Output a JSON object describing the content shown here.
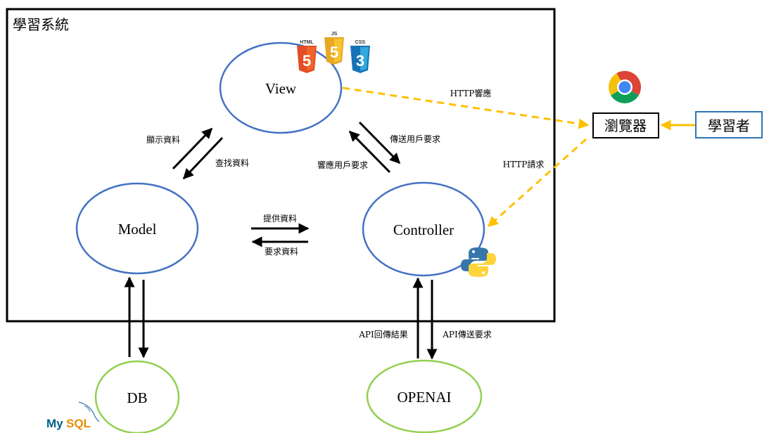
{
  "system": {
    "title": "學習系統"
  },
  "nodes": {
    "view": "View",
    "model": "Model",
    "controller": "Controller",
    "db": "DB",
    "openai": "OPENAI",
    "browser": "瀏覽器",
    "learner": "學習者"
  },
  "edges": {
    "display_data": "顯示資料",
    "query_data": "查找資料",
    "send_user_request": "傳送用戶要求",
    "respond_user_request": "響應用戶要求",
    "provide_data": "提供資料",
    "request_data": "要求資料",
    "http_response": "HTTP響應",
    "http_request": "HTTP請求",
    "api_return": "API回傳結果",
    "api_send": "API傳送要求"
  },
  "logos": {
    "html": "HTML",
    "js": "JS",
    "css": "CSS",
    "html_num": "5",
    "js_num": "5",
    "css_num": "3",
    "mysql_my": "My",
    "mysql_sql": "SQL"
  },
  "icons": [
    "html5-icon",
    "js-icon",
    "css3-icon",
    "chrome-icon",
    "python-icon",
    "mysql-icon"
  ],
  "colors": {
    "ellipse_blue": "#4472c4",
    "ellipse_green": "#92d050",
    "http_arrow": "#ffc000",
    "learner_border": "#2e75b6"
  }
}
